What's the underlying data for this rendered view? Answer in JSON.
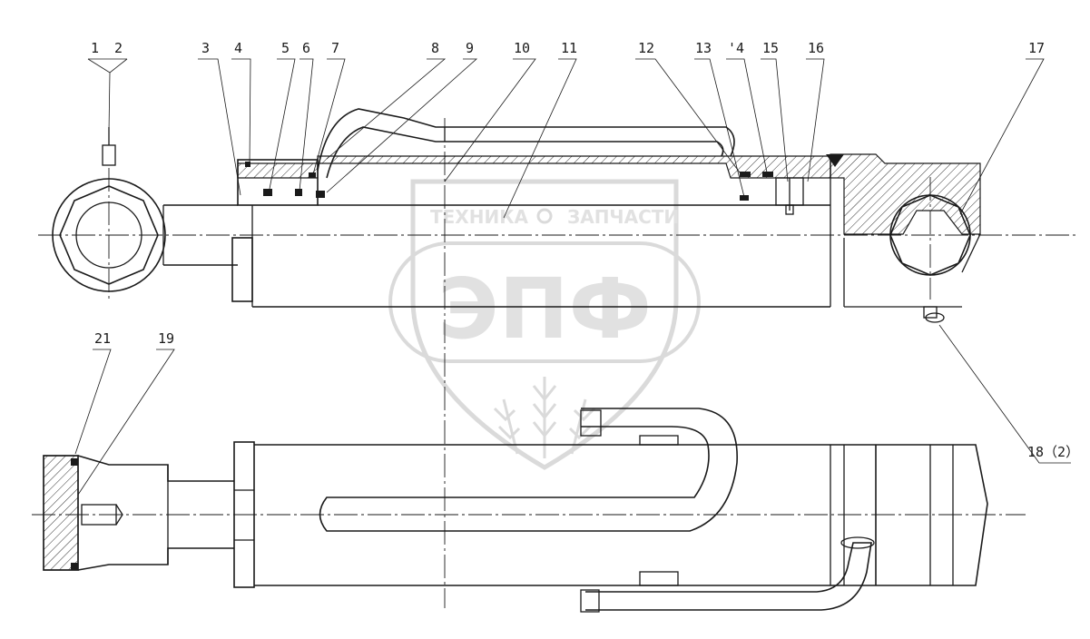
{
  "part_labels": {
    "top": [
      "1",
      "2",
      "3",
      "4",
      "5",
      "6",
      "7",
      "8",
      "9",
      "10",
      "11",
      "12",
      "13",
      "'4",
      "15",
      "16",
      "17"
    ],
    "bottom_right": "18（2）",
    "bottom_left": [
      "21",
      "19"
    ]
  },
  "watermark": {
    "line1_left": "ТЕХНИКА",
    "line1_right": "ЗАПЧАСТИ",
    "line2": "ЭПФ"
  },
  "colors": {
    "line": "#1a1a1a",
    "watermark": "#c9c9c9",
    "background": "#ffffff"
  }
}
